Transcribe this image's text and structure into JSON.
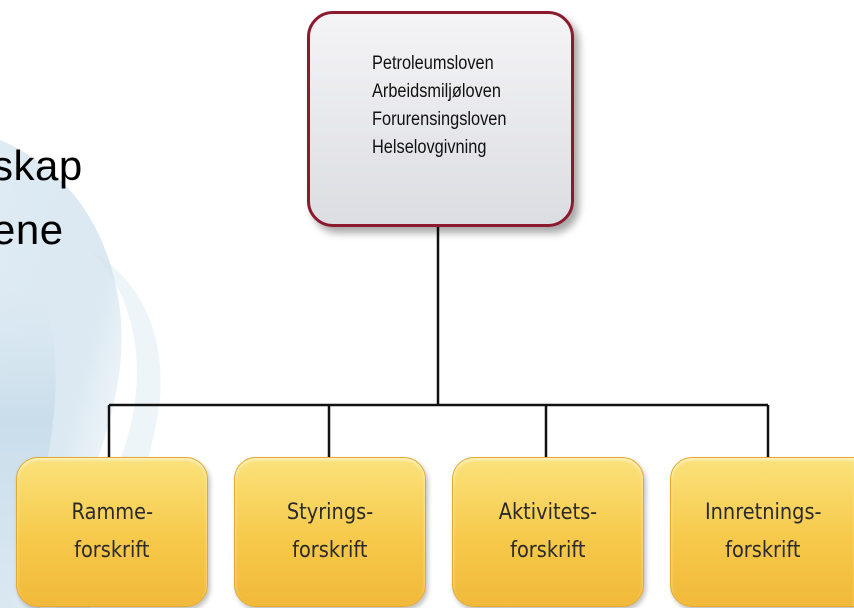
{
  "left_text": [
    "skap",
    "ene"
  ],
  "laws": [
    "Petroleumsloven",
    "Arbeidsmiljøloven",
    "Forurensingsloven",
    "Helselovgivning"
  ],
  "regulations": [
    {
      "line1": "Ramme-",
      "line2": "forskrift"
    },
    {
      "line1": "Styrings-",
      "line2": "forskrift"
    },
    {
      "line1": "Aktivitets-",
      "line2": "forskrift"
    },
    {
      "line1": "Innretnings-",
      "line2": "forskrift"
    }
  ],
  "colors": {
    "law_border": "#8b1a2e",
    "law_fill": "#e6e7eb",
    "regulation_fill": "#f6c94a",
    "connector": "#111111"
  }
}
